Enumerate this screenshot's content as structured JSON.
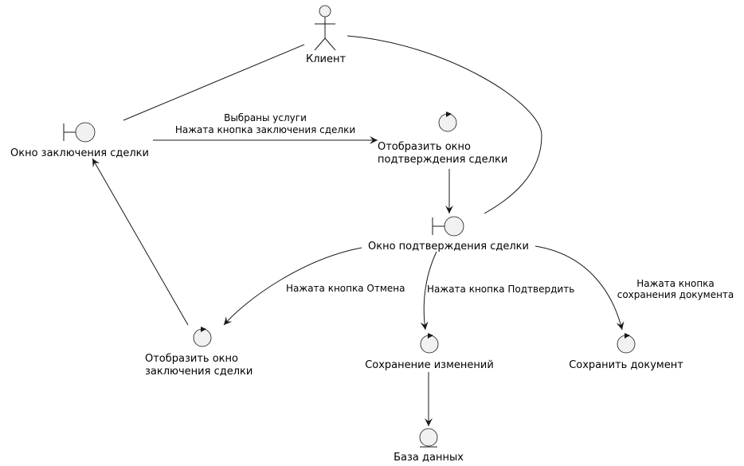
{
  "actor": {
    "name": "Клиент",
    "icon": "stick-figure-actor-icon"
  },
  "boundaries": {
    "deal_window": "Окно заключения сделки",
    "confirm_window": "Окно подтверждения сделки"
  },
  "controls": {
    "show_confirm": [
      "Отобразить окно",
      "подтверждения сделки"
    ],
    "show_deal": [
      "Отобразить окно",
      "заключения сделки"
    ],
    "save_changes": [
      "Сохранение изменений"
    ],
    "save_document": [
      "Сохранить документ"
    ]
  },
  "entity": {
    "database": "База данных"
  },
  "edges": {
    "services_selected": [
      "Выбраны услуги",
      "Нажата кнопка заключения сделки"
    ],
    "cancel_pressed": [
      "Нажата кнопка Отмена"
    ],
    "confirm_pressed": [
      "Нажата кнопка Подтвердить"
    ],
    "save_doc_pressed": [
      "Нажата кнопка",
      "сохранения документа"
    ]
  },
  "colors": {
    "node_fill": "#f1f1f1",
    "stroke": "#181818",
    "text": "#000000"
  }
}
